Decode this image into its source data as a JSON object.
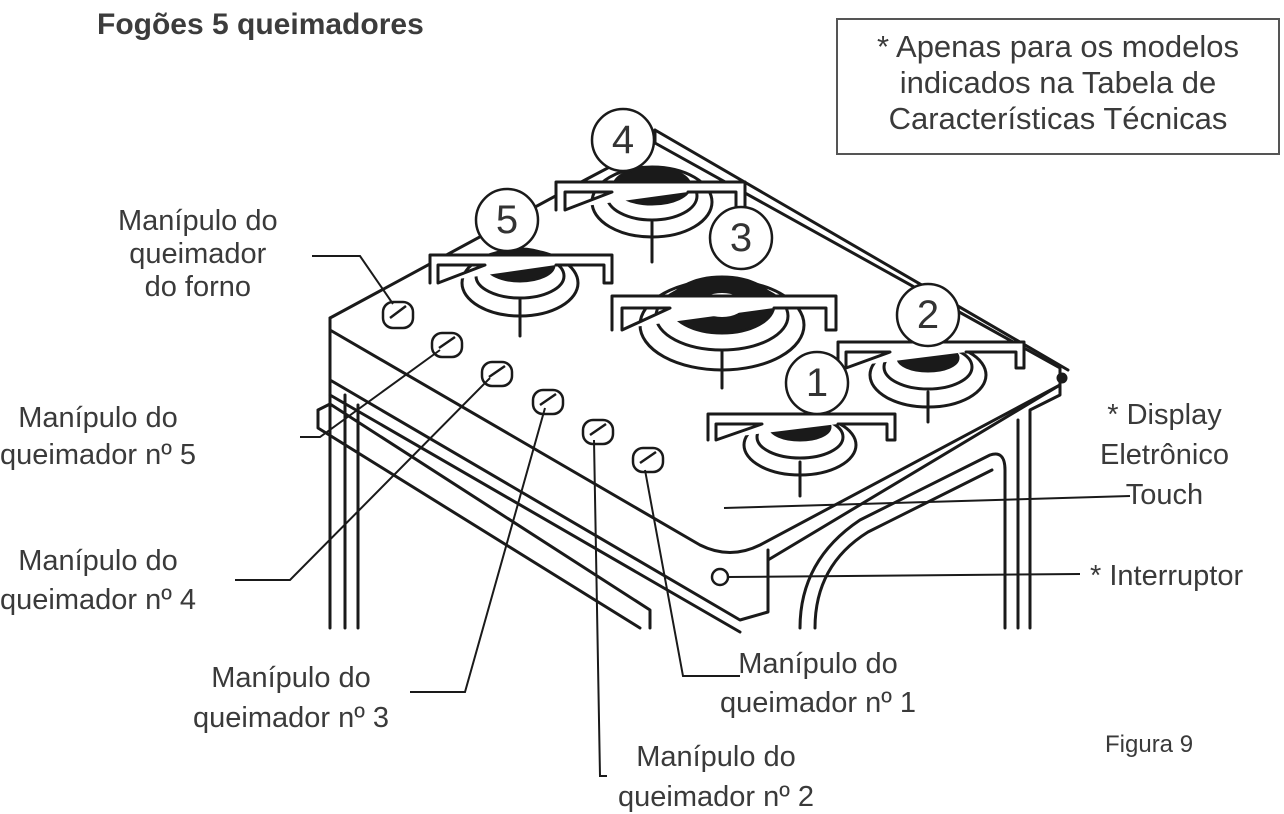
{
  "title": "Fogões 5 queimadores",
  "note": {
    "lines": [
      "* Apenas para os modelos",
      "indicados na Tabela de",
      "Características Técnicas"
    ]
  },
  "burner_numbers": [
    "1",
    "2",
    "3",
    "4",
    "5"
  ],
  "labels": {
    "oven_knob": [
      "Manípulo do",
      "queimador",
      "do forno"
    ],
    "knob_5": [
      "Manípulo do",
      "queimador nº 5"
    ],
    "knob_4": [
      "Manípulo do",
      "queimador nº 4"
    ],
    "knob_3": [
      "Manípulo do",
      "queimador nº 3"
    ],
    "knob_2": [
      "Manípulo do",
      "queimador nº 2"
    ],
    "knob_1": [
      "Manípulo do",
      "queimador nº 1"
    ],
    "display": [
      "* Display",
      "Eletrônico",
      "Touch"
    ],
    "switch": "* Interruptor"
  },
  "figure_label": "Figura 9"
}
